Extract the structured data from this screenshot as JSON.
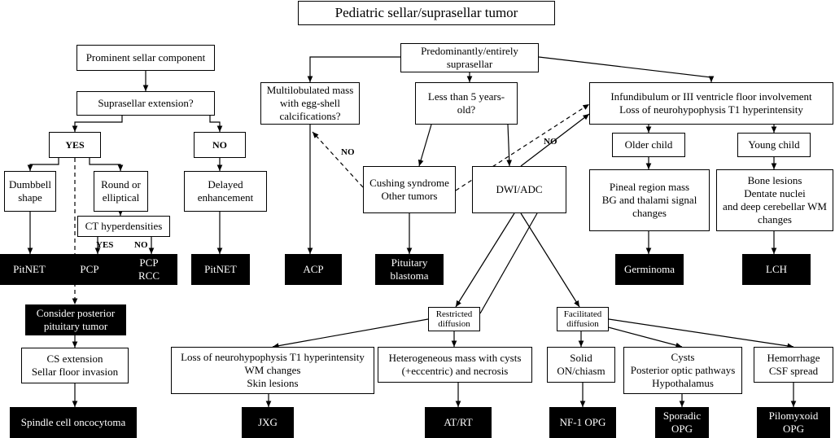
{
  "title": "Pediatric sellar/suprasellar tumor",
  "nodes": {
    "prominent_sellar": "Prominent sellar component",
    "suprasellar_ext": "Suprasellar extension?",
    "yes": "YES",
    "no": "NO",
    "dumbbell": "Dumbbell\nshape",
    "round": "Round or\nelliptical",
    "ct_hyper": "CT hyperdensities",
    "delayed": "Delayed\nenhancement",
    "pitnet_1": "PitNET",
    "pcp": "PCP",
    "pcp_rcc": "PCP\nRCC",
    "pitnet_2": "PitNET",
    "consider_posterior": "Consider posterior\npituitary tumor",
    "cs_extension": "CS extension\nSellar floor invasion",
    "spindle": "Spindle cell oncocytoma",
    "predominantly": "Predominantly/entirely\nsuprasellar",
    "multilobulated": "Multilobulated mass\nwith egg-shell\ncalcifications?",
    "less5": "Less than 5 years-\nold?",
    "infundibulum": "Infundibulum or III ventricle floor involvement\nLoss of neurohypophysis T1 hyperintensity",
    "acp": "ACP",
    "cushing": "Cushing syndrome\nOther tumors",
    "dwi": "DWI/ADC",
    "older": "Older child",
    "young": "Young child",
    "pineal": "Pineal region mass\nBG and thalami signal\nchanges",
    "bone": "Bone lesions\nDentate nuclei\nand deep cerebellar WM\nchanges",
    "pituitary_blastoma": "Pituitary\nblastoma",
    "germinoma": "Germinoma",
    "lch": "LCH",
    "restricted": "Restricted\ndiffusion",
    "facilitated": "Facilitated\ndiffusion",
    "loss_neuro": "Loss of neurohypophysis T1 hyperintensity\nWM changes\nSkin lesions",
    "heterogeneous": "Heterogeneous mass with cysts\n(+eccentric) and necrosis",
    "solid": "Solid\nON/chiasm",
    "cysts": "Cysts\nPosterior optic pathways\nHypothalamus",
    "hemorrhage": "Hemorrhage\nCSF spread",
    "jxg": "JXG",
    "atrt": "AT/RT",
    "nf1_opg": "NF-1 OPG",
    "sporadic_opg": "Sporadic\nOPG",
    "pilomyxoid_opg": "Pilomyxoid\nOPG"
  },
  "edge_labels": {
    "ct_yes": "YES",
    "ct_no": "NO",
    "multi_no": "NO",
    "less5_no": "NO"
  }
}
